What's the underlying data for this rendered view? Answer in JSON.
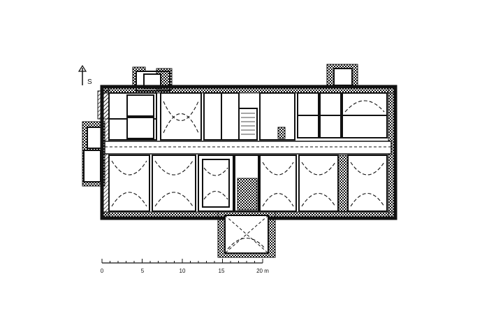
{
  "north_arrow": {
    "label": "S"
  },
  "scale_bar": {
    "ticks": [
      "0",
      "5",
      "10",
      "15",
      "20 m"
    ]
  }
}
